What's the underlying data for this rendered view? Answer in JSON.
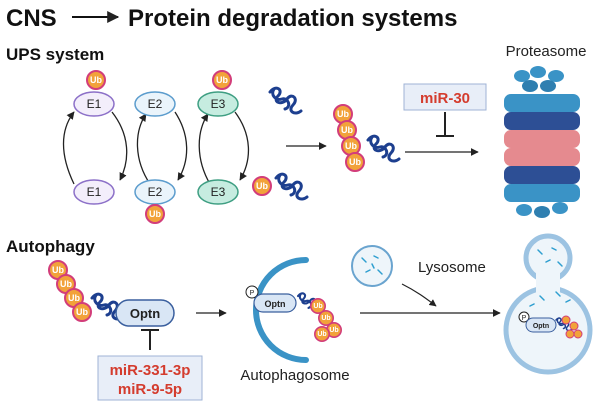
{
  "title": {
    "left": "CNS",
    "right": "Protein degradation systems"
  },
  "ups": {
    "heading": "UPS system",
    "e1": "E1",
    "e2": "E2",
    "e3": "E3",
    "ub": "Ub",
    "proteasome": "Proteasome",
    "mir": "miR-30"
  },
  "autophagy": {
    "heading": "Autophagy",
    "ub": "Ub",
    "optn": "Optn",
    "p": "P",
    "mir_line1": "miR-331-3p",
    "mir_line2": "miR-9-5p",
    "autophagosome": "Autophagosome",
    "lysosome": "Lysosome"
  },
  "colors": {
    "ub_fill": "#f2a23a",
    "ub_stroke": "#d23d7a",
    "e1": "#c9b8e8",
    "e2": "#bcd8ef",
    "e3": "#a8dcc8",
    "protein": "#1d3f8f",
    "proteasome_blue": "#3a93c6",
    "proteasome_pink": "#e58a8f",
    "mir_text": "#d43c2e",
    "mir_box": "#e8eef8"
  }
}
